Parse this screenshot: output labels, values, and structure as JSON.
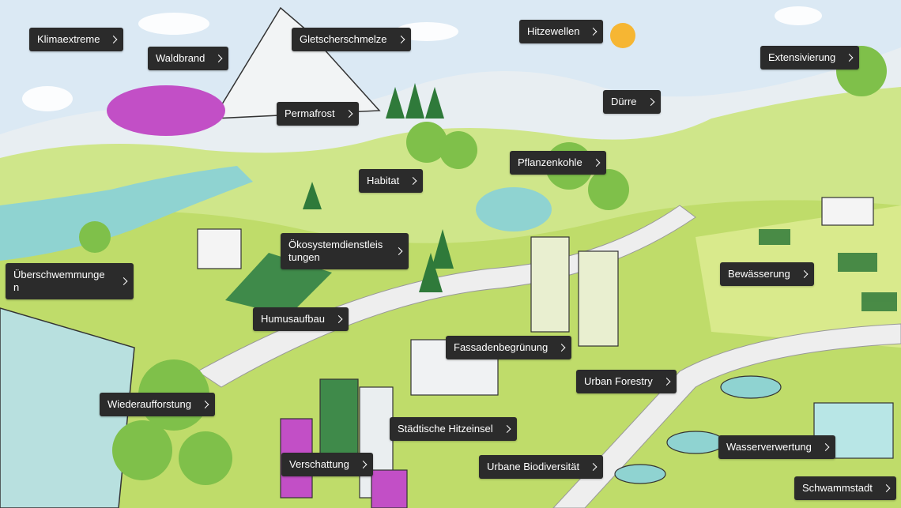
{
  "map": {
    "hotspots": [
      {
        "label": "Klimaextreme",
        "icon": "chevron-right-icon"
      },
      {
        "label": "Waldbrand",
        "icon": "chevron-right-icon"
      },
      {
        "label": "Gletscherschmelze",
        "icon": "chevron-right-icon"
      },
      {
        "label": "Hitzewellen",
        "icon": "chevron-right-icon"
      },
      {
        "label": "Extensivierung",
        "icon": "chevron-right-icon"
      },
      {
        "label": "Dürre",
        "icon": "chevron-right-icon"
      },
      {
        "label": "Permafrost",
        "icon": "chevron-right-icon"
      },
      {
        "label": "Pflanzenkohle",
        "icon": "chevron-right-icon"
      },
      {
        "label": "Habitat",
        "icon": "chevron-right-icon"
      },
      {
        "label": "Ökosystemdienstleistungen",
        "icon": "chevron-right-icon"
      },
      {
        "label": "Überschwemmungen",
        "icon": "chevron-right-icon"
      },
      {
        "label": "Bewässerung",
        "icon": "chevron-right-icon"
      },
      {
        "label": "Humusaufbau",
        "icon": "chevron-right-icon"
      },
      {
        "label": "Fassadenbegrünung",
        "icon": "chevron-right-icon"
      },
      {
        "label": "Urban Forestry",
        "icon": "chevron-right-icon"
      },
      {
        "label": "Wiederaufforstung",
        "icon": "chevron-right-icon"
      },
      {
        "label": "Städtische Hitzeinsel",
        "icon": "chevron-right-icon"
      },
      {
        "label": "Verschattung",
        "icon": "chevron-right-icon"
      },
      {
        "label": "Urbane Biodiversität",
        "icon": "chevron-right-icon"
      },
      {
        "label": "Wasserverwertung",
        "icon": "chevron-right-icon"
      },
      {
        "label": "Schwammstadt",
        "icon": "chevron-right-icon"
      }
    ]
  },
  "colors": {
    "sky": "#dbe9f4",
    "greenLight": "#c9e07a",
    "greenDark": "#2f7a3a",
    "magenta": "#c24fc6",
    "water": "#8fd3d1",
    "road": "#eeeeee",
    "tag": "#2b2b2b"
  }
}
